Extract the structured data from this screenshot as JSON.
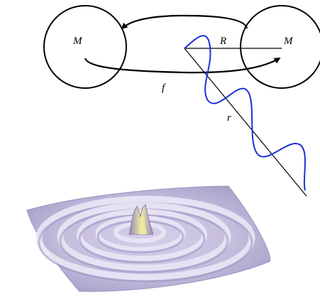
{
  "diagram": {
    "mass_left_label": "M",
    "mass_right_label": "M",
    "separation_label": "R",
    "frequency_label": "f",
    "distance_label": "r"
  },
  "colors": {
    "line": "#000000",
    "wave": "#1f2fd6",
    "surface_light": "#e6e2f2",
    "surface_mid": "#b8afd2",
    "surface_dark": "#8f86b8",
    "surface_accent": "#f3eaa0"
  },
  "icons": {
    "arrow_top": "curved-arrow-left",
    "arrow_bottom": "curved-arrow-right",
    "surface": "gravitational-wave-spiral-surface"
  }
}
